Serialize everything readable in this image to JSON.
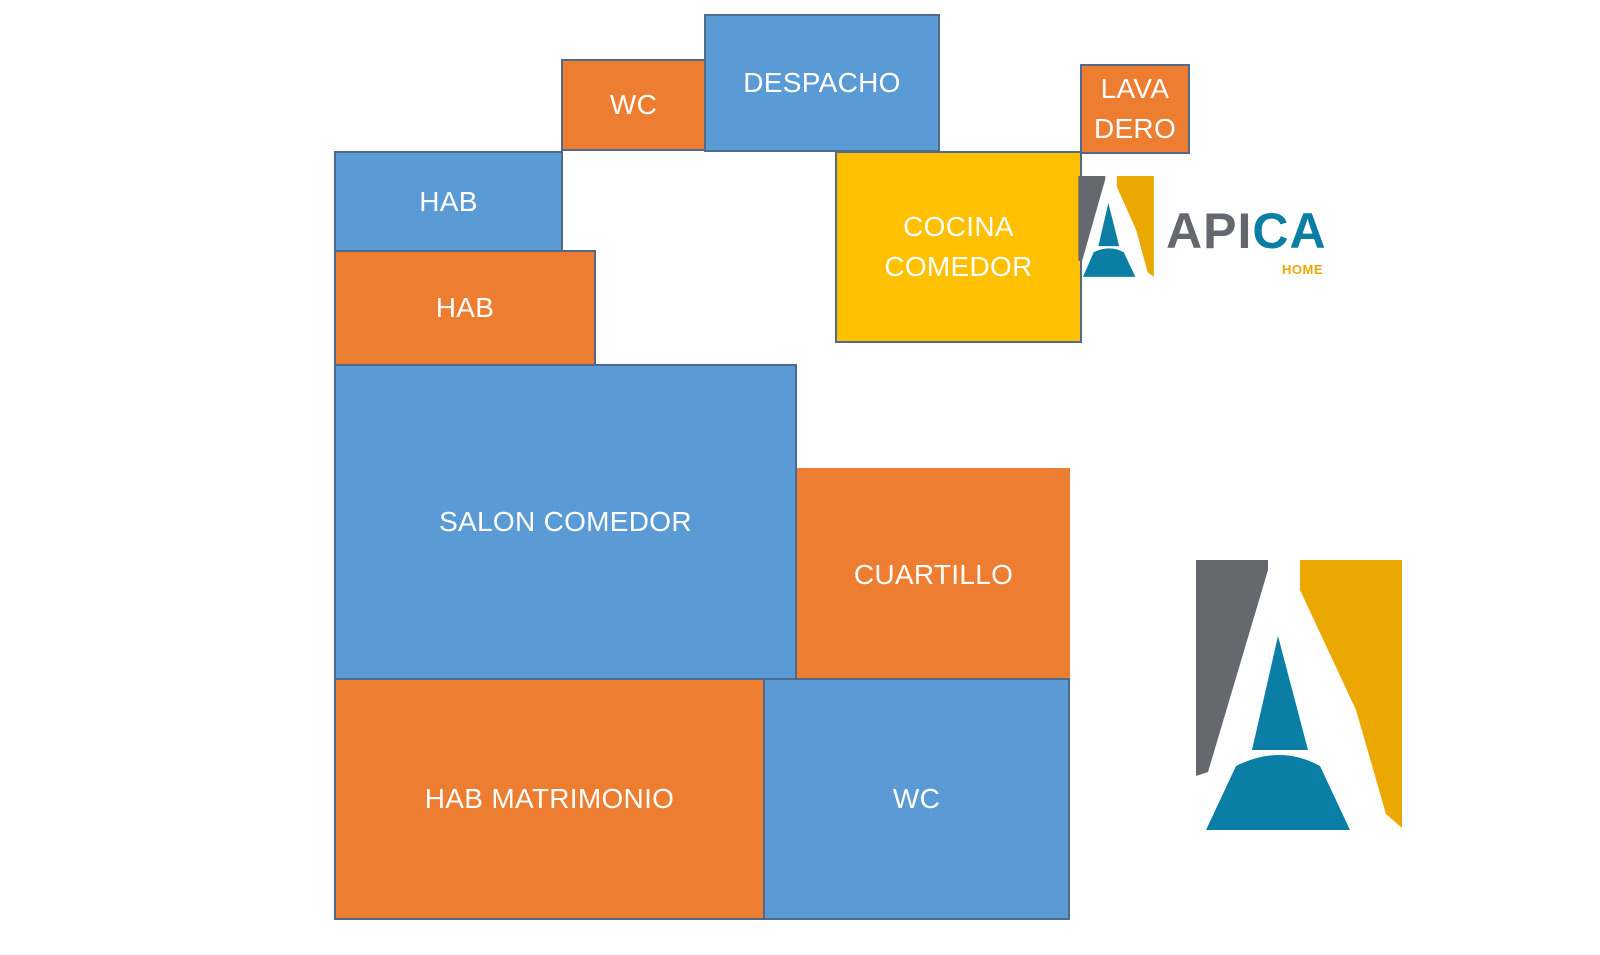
{
  "plan": {
    "despacho": "DESPACHO",
    "wc_top": "WC",
    "lavadero": "LAVA\nDERO",
    "hab_1": "HAB",
    "cocina": "COCINA\nCOMEDOR",
    "hab_2": "HAB",
    "salon": "SALON COMEDOR",
    "cuartillo": "CUARTILLO",
    "matrimonio": "HAB MATRIMONIO",
    "wc_bottom": "WC"
  },
  "logo": {
    "word_grey": "AP",
    "word_grey2": "I",
    "word_teal": "CA",
    "sub": "HOME"
  },
  "colors": {
    "blue_room": "#5b9bd5",
    "orange_room": "#ed7d31",
    "yellow_room": "#ffc000",
    "logo_grey": "#666870",
    "logo_gold": "#eaa800",
    "logo_teal": "#0a7ea4"
  }
}
